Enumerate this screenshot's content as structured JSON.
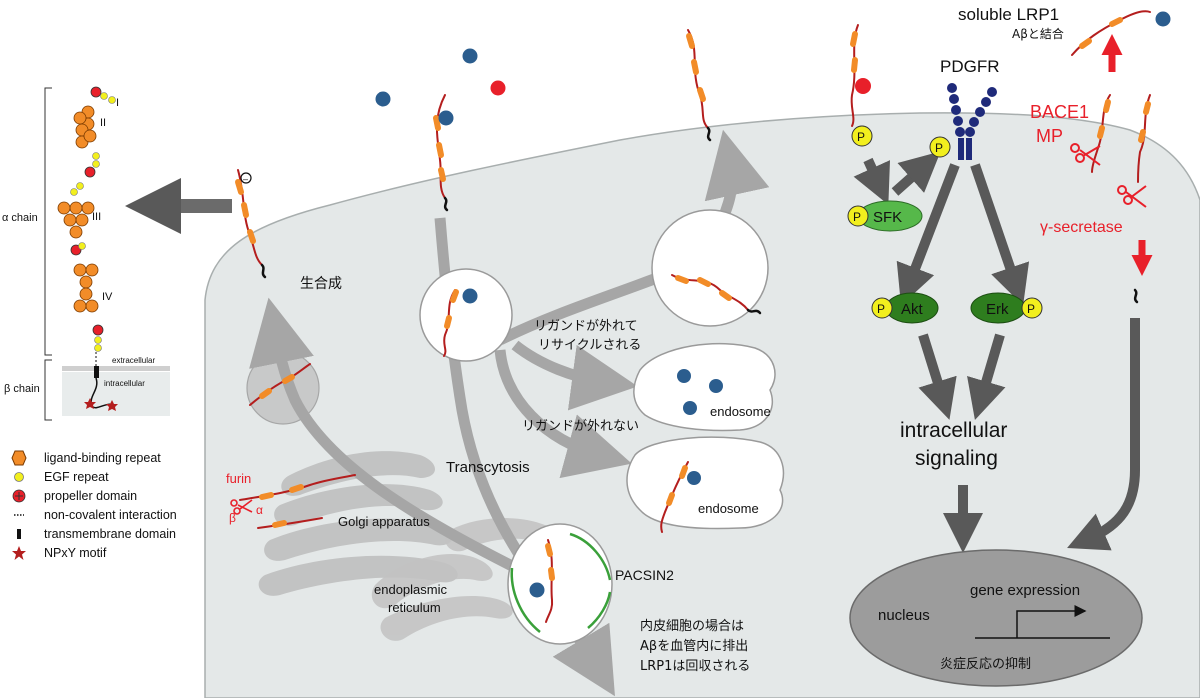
{
  "lrp1_structure": {
    "alpha_chain_label": "α chain",
    "beta_chain_label": "β chain",
    "domain_labels": [
      "I",
      "II",
      "III",
      "IV"
    ],
    "extracellular_label": "extracellular",
    "intracellular_label": "intracellular"
  },
  "legend": {
    "items": [
      {
        "label": "ligand-binding repeat",
        "symbol": "orange-hexagon"
      },
      {
        "label": "EGF repeat",
        "symbol": "yellow-circle"
      },
      {
        "label": "propeller domain",
        "symbol": "red-cross-circle"
      },
      {
        "label": "non-covalent interaction",
        "symbol": "dotted-line"
      },
      {
        "label": "transmembrane domain",
        "symbol": "black-bar"
      },
      {
        "label": "NPxY motif",
        "symbol": "red-star"
      }
    ]
  },
  "cell_labels": {
    "biosynthesis": "生合成",
    "ligand_released_recycled_1": "リガンドが外れて",
    "ligand_released_recycled_2": "リサイクルされる",
    "ligand_not_released": "リガンドが外れない",
    "endosome_1": "endosome",
    "endosome_2": "endosome",
    "transcytosis": "Transcytosis",
    "golgi": "Golgi apparatus",
    "er_1": "endoplasmic",
    "er_2": "reticulum",
    "furin": "furin",
    "alpha": "α",
    "beta": "β",
    "pacsin2": "PACSIN2",
    "endothelial_note_1": "内皮細胞の場合は",
    "endothelial_note_2": "Aβを血管内に排出",
    "endothelial_note_3": "LRP1は回収される"
  },
  "signaling": {
    "pdgfr": "PDGFR",
    "sfk": "SFK",
    "akt": "Akt",
    "erk": "Erk",
    "p": "P",
    "intracellular_1": "intracellular",
    "intracellular_2": "signaling",
    "nucleus": "nucleus",
    "gene_expression": "gene expression",
    "inflammation": "炎症反応の抑制"
  },
  "processing": {
    "soluble_lrp1": "soluble LRP1",
    "abeta_binding": "Aβと結合",
    "bace1": "BACE1",
    "mp": "MP",
    "gamma_secretase": "γ-secretase"
  },
  "colors": {
    "cell_fill": "#e4e8e8",
    "arrow_gray": "#a6a6a6",
    "dark_arrow": "#595959",
    "ligand_blue": "#2b5d8e",
    "ligand_red": "#e8202a",
    "repeat_orange": "#f28c28",
    "chain_red": "#b41e1e",
    "p_yellow": "#f2ef1e",
    "sfk_green": "#56b84a",
    "kinase_green": "#2e7d1e",
    "pdgfr_blue": "#1f2a7a",
    "accent_red": "#e8202a",
    "organelle_gray": "#b3b3b3",
    "pacsin_green": "#3aa03a"
  }
}
